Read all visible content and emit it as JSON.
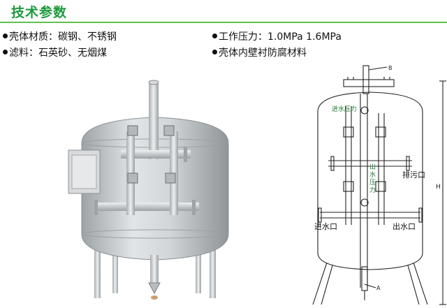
{
  "header": {
    "title": "技术参数"
  },
  "specs": [
    {
      "text": "壳体材质：碳钢、不锈钢"
    },
    {
      "text": "工作压力：1.0MPa  1.6MPa"
    },
    {
      "text": "滤料：石英砂、无烟煤"
    },
    {
      "text": "壳体内壁衬防腐材料"
    }
  ],
  "diagram": {
    "label_b": "B",
    "label_a": "A",
    "label_h": "H",
    "label_inlet_pressure": "进水压力",
    "label_outlet_pressure_chars": [
      "出",
      "水",
      "压",
      "力"
    ],
    "label_drain": "排污口",
    "label_inlet": "进水口",
    "label_outlet": "出水口"
  },
  "colors": {
    "accent": "#1d9a3c",
    "rule": "#5fbf4a",
    "tank": "#c9cdd0"
  }
}
